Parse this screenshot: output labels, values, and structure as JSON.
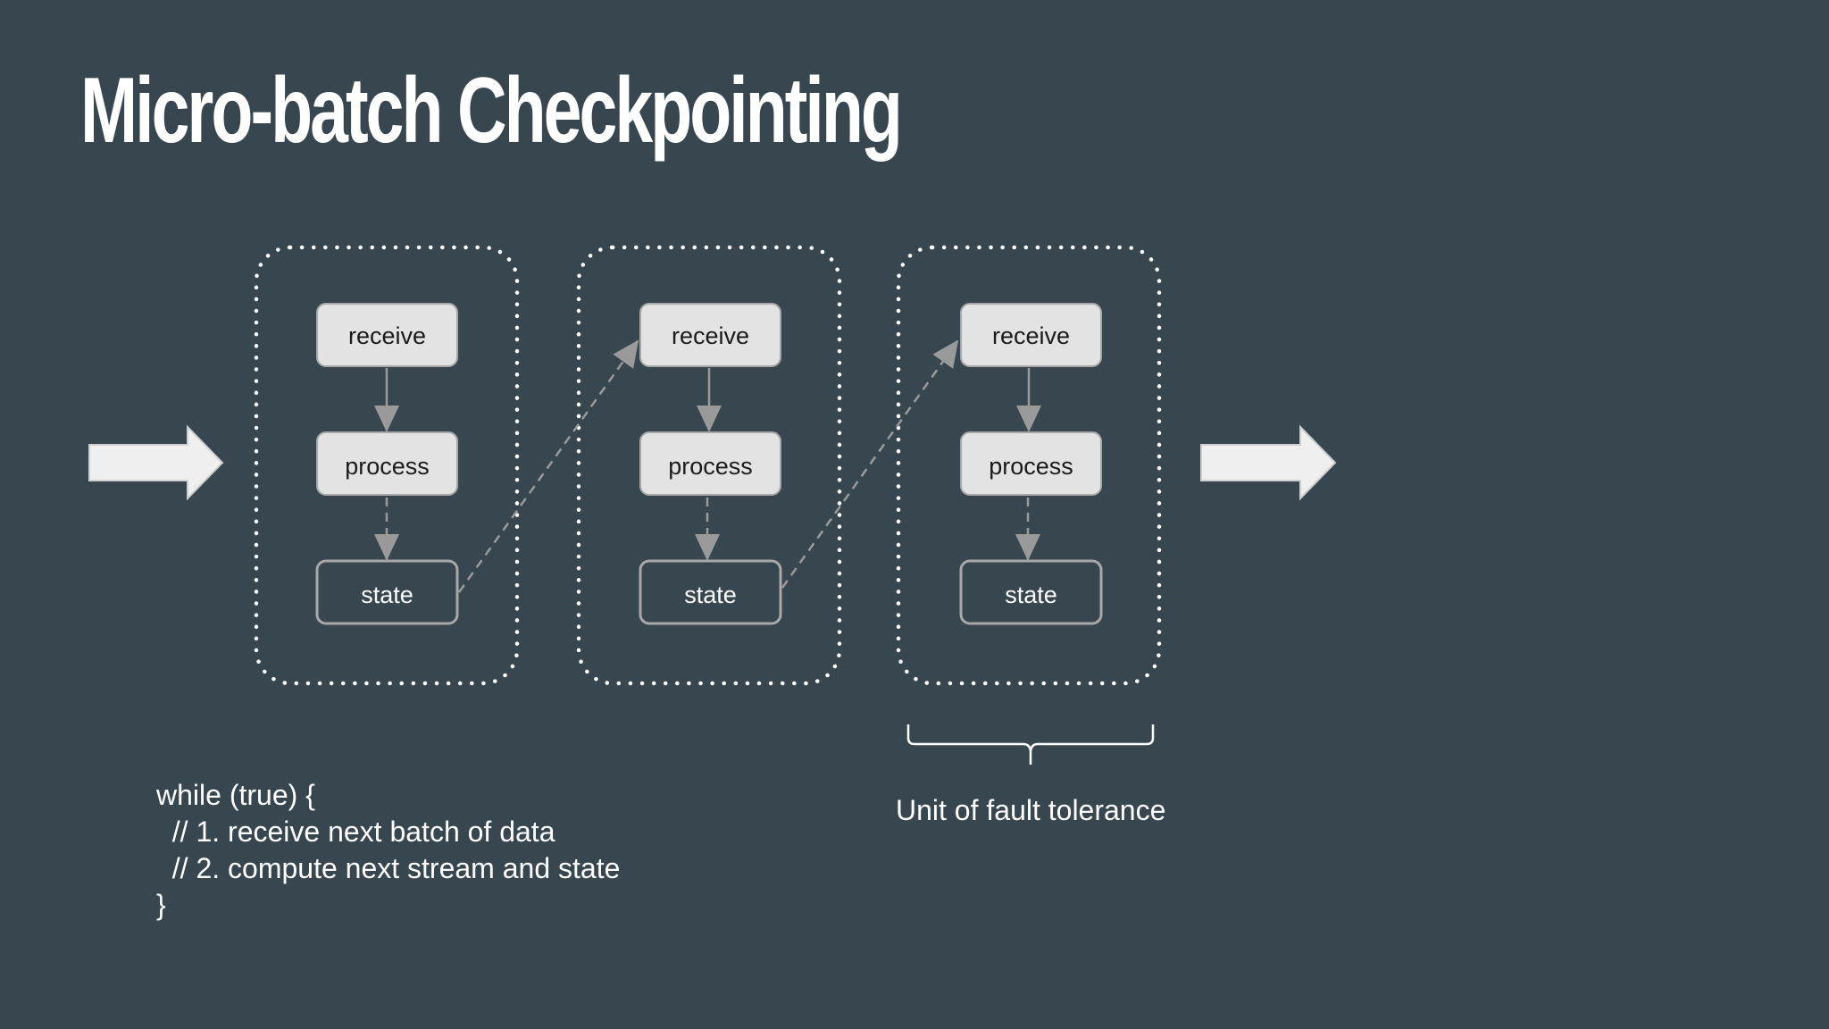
{
  "slide": {
    "title": "Micro-batch Checkpointing"
  },
  "diagram": {
    "batches": [
      {
        "receive": "receive",
        "process": "process",
        "state": "state"
      },
      {
        "receive": "receive",
        "process": "process",
        "state": "state"
      },
      {
        "receive": "receive",
        "process": "process",
        "state": "state"
      }
    ]
  },
  "code": {
    "lines": [
      "while (true) {",
      "  // 1. receive next batch of data",
      "  // 2. compute next stream and state",
      "}"
    ]
  },
  "annotation": {
    "caption": "Unit of fault tolerance"
  },
  "colors": {
    "background": "#37464f",
    "box_fill": "#e3e3e3",
    "box_stroke": "#a8a8a8",
    "arrow": "#9a9a9a",
    "big_arrow": "#efefef"
  }
}
